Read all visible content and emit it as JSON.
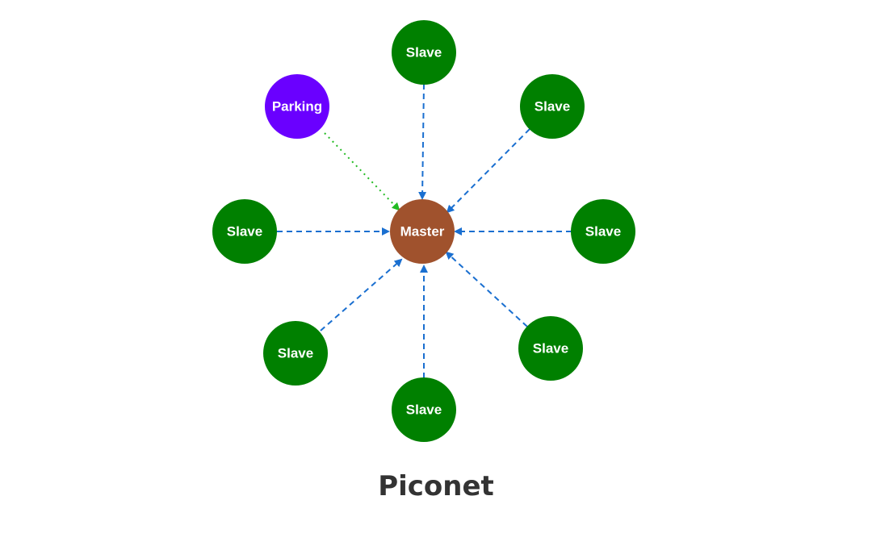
{
  "title": "Piconet",
  "colors": {
    "slave": "#008000",
    "master": "#A0522D",
    "parking": "#6A00FF",
    "link": "#1A6FD0",
    "parking_link": "#22BB22"
  },
  "master": {
    "label": "Master"
  },
  "parking": {
    "label": "Parking"
  },
  "slaves": [
    {
      "id": "top",
      "label": "Slave"
    },
    {
      "id": "top-right",
      "label": "Slave"
    },
    {
      "id": "right",
      "label": "Slave"
    },
    {
      "id": "bottom-right",
      "label": "Slave"
    },
    {
      "id": "bottom",
      "label": "Slave"
    },
    {
      "id": "bottom-left",
      "label": "Slave"
    },
    {
      "id": "left",
      "label": "Slave"
    }
  ]
}
